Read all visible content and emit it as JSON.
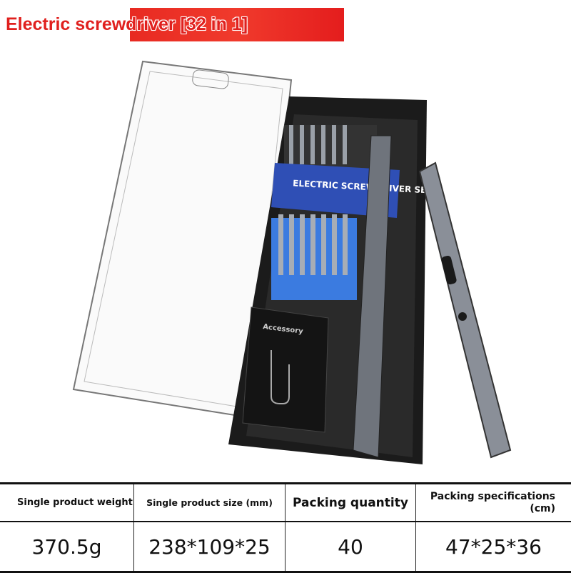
{
  "title": "Electric screwdriver [32 in 1]",
  "product_image": {
    "box_label": "ELECTRIC SCREWDRIVER SET",
    "accessory_label": "Accessory",
    "colors": {
      "case": "#1a1a1a",
      "accent": "#2f4fb5",
      "bits": "#3b7be0",
      "driver": "#8a8f98"
    }
  },
  "specs": {
    "headers": [
      "Single product weight",
      "Single product size (mm)",
      "Packing quantity",
      "Packing specifications (cm)"
    ],
    "values": [
      "370.5g",
      "238*109*25",
      "40",
      "47*25*36"
    ]
  }
}
